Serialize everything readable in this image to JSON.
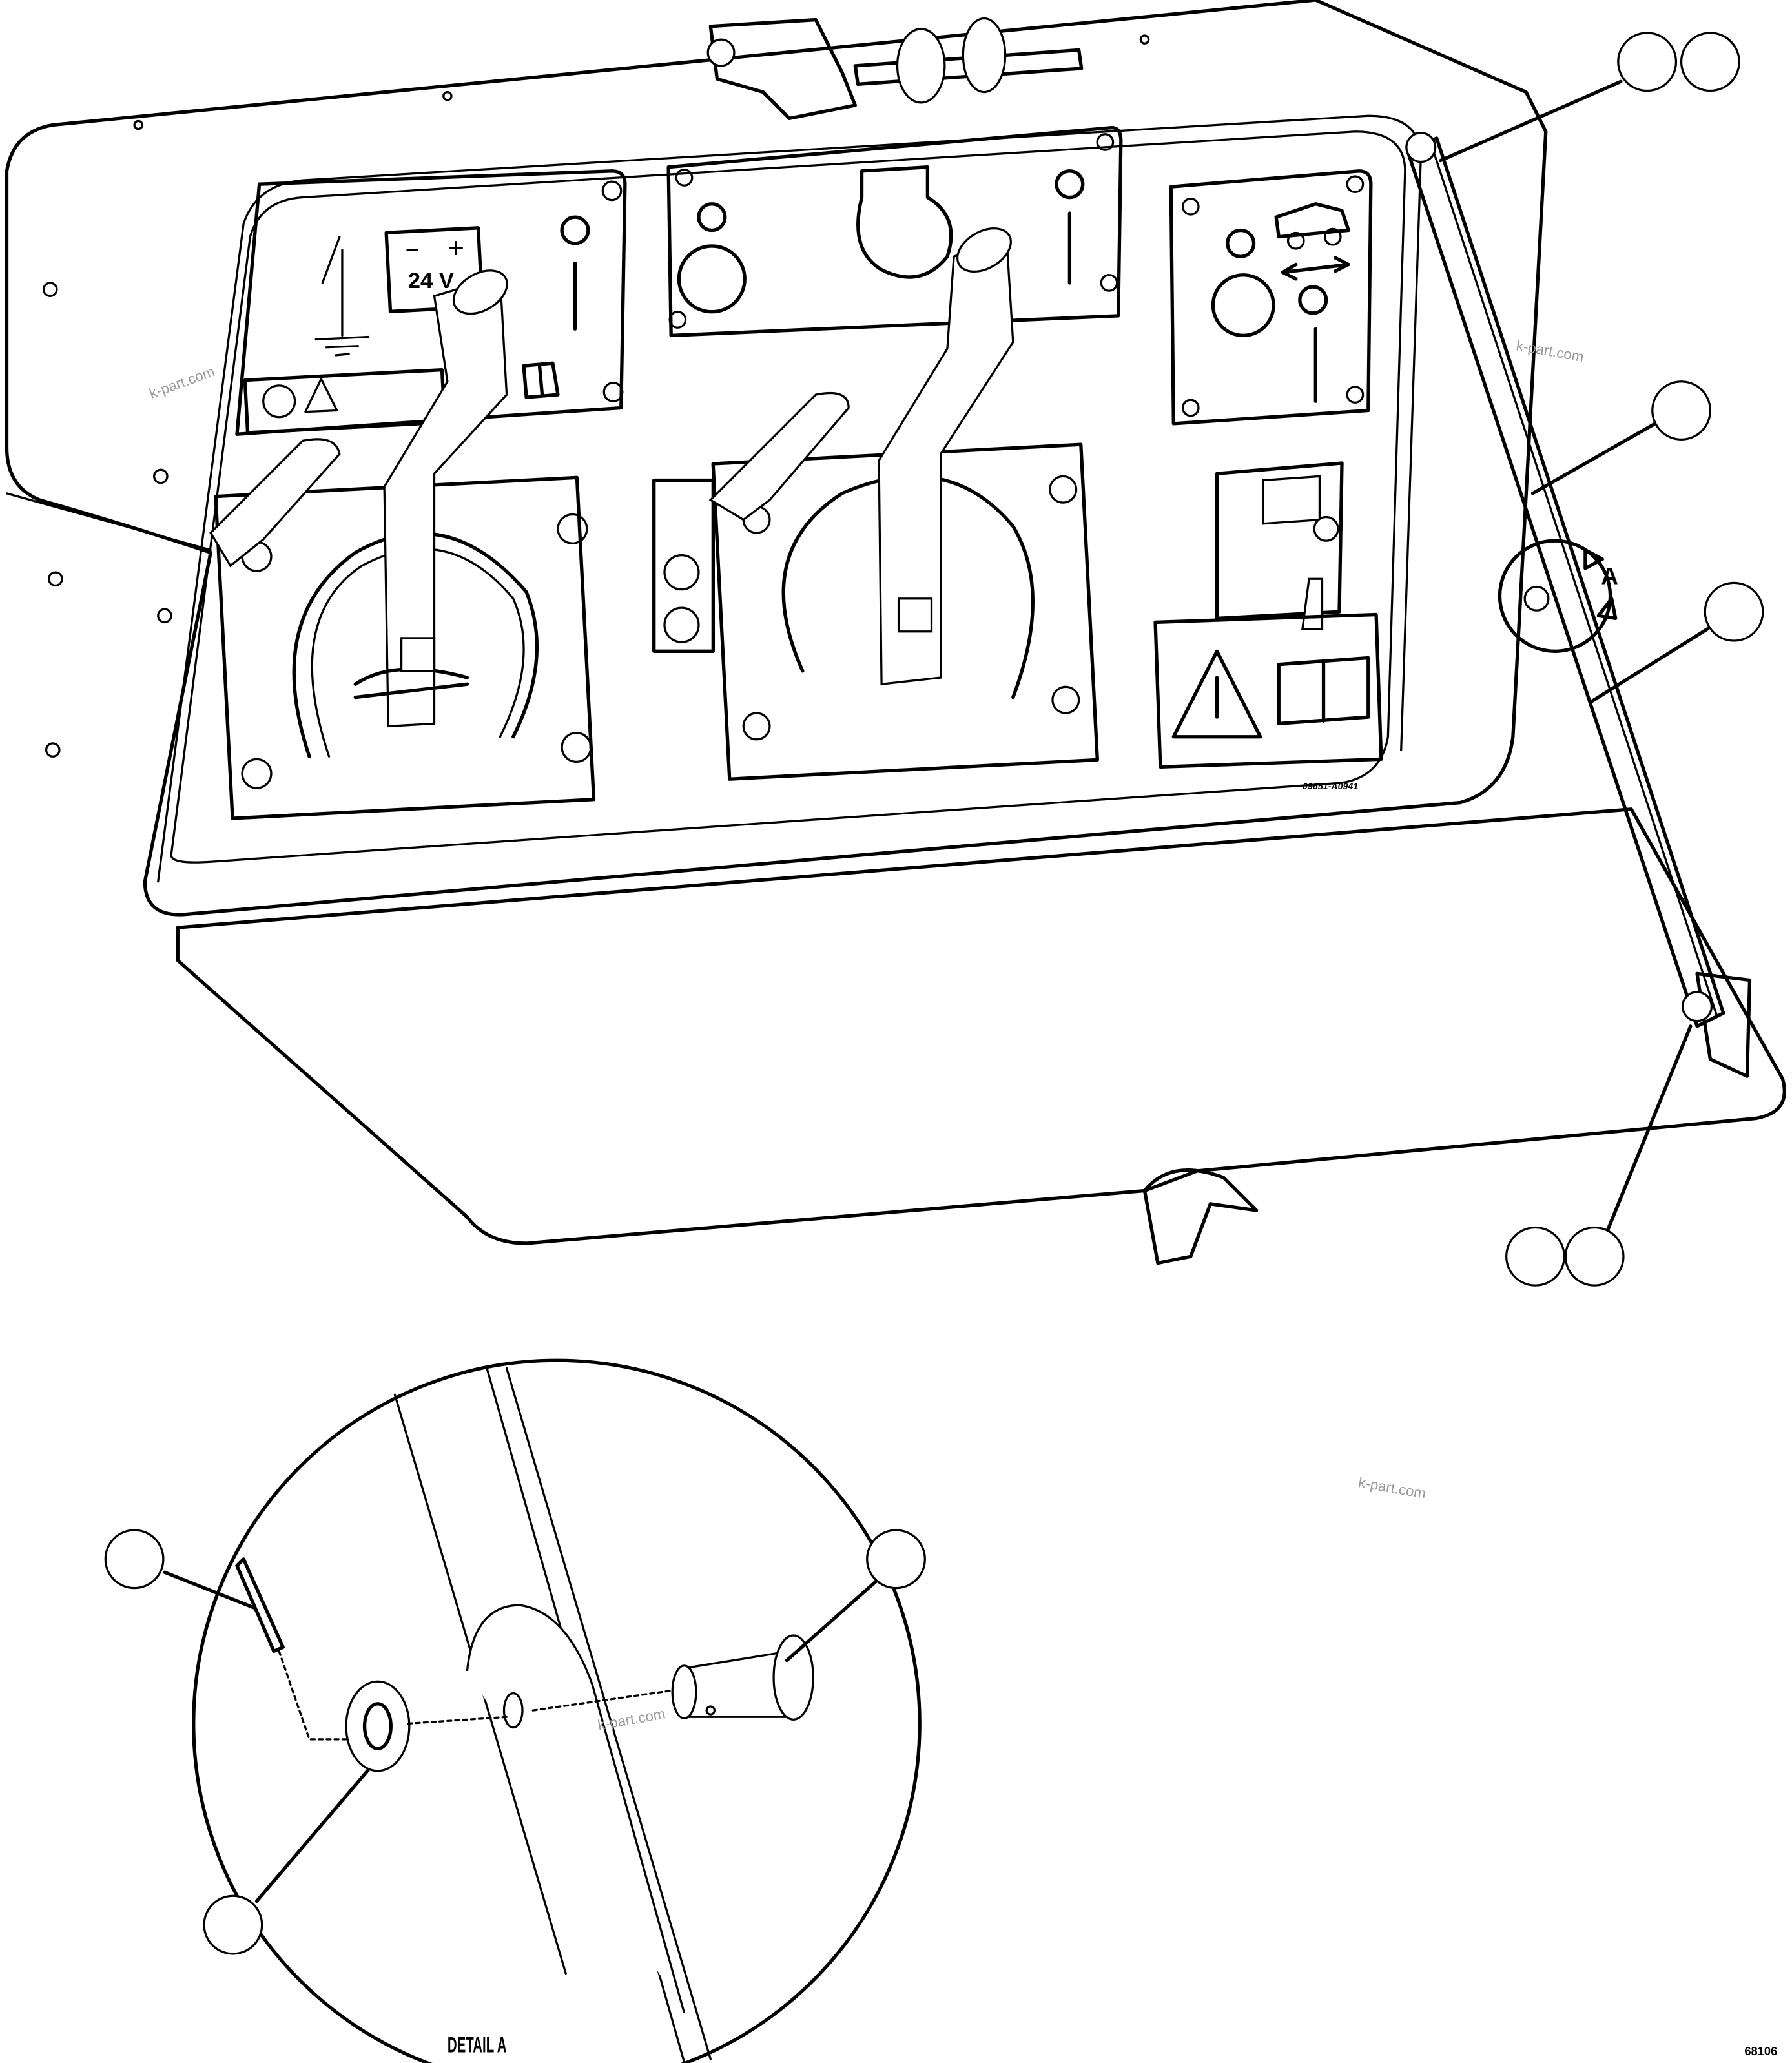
{
  "diagram": {
    "battery_label": "24 V",
    "battery_minus": "−",
    "battery_plus": "+",
    "detail_marker": "A",
    "detail_title": "DETAIL A",
    "decal_number": "09651-A0941",
    "figure_number": "68106",
    "watermark": "k-part.com",
    "callouts": 9
  }
}
